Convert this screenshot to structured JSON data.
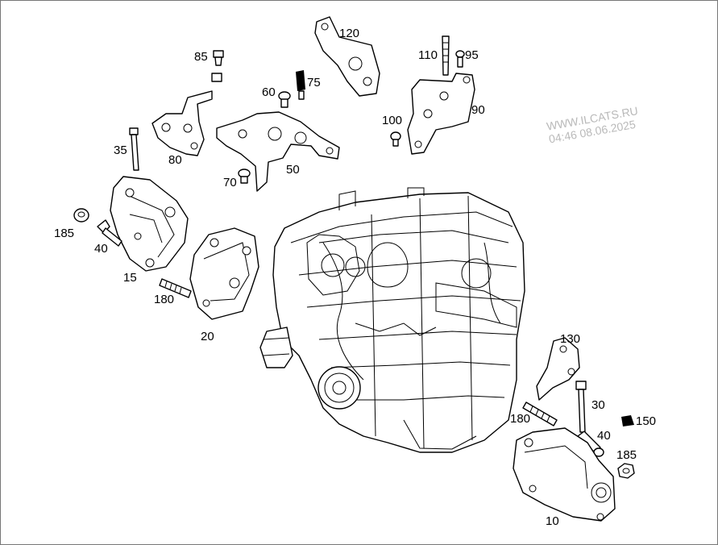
{
  "callouts": {
    "c10": "10",
    "c15": "15",
    "c20": "20",
    "c30": "30",
    "c35": "35",
    "c40a": "40",
    "c40b": "40",
    "c50": "50",
    "c60": "60",
    "c70": "70",
    "c75": "75",
    "c80": "80",
    "c85": "85",
    "c90": "90",
    "c95": "95",
    "c100": "100",
    "c110": "110",
    "c120": "120",
    "c130": "130",
    "c150": "150",
    "c180a": "180",
    "c180b": "180",
    "c185a": "185",
    "c185b": "185"
  },
  "watermark": {
    "line1": "WWW.ILCATS.RU",
    "line2": "04:46 08.06.2025"
  },
  "colors": {
    "line": "#000000",
    "background": "#ffffff",
    "watermark": "#b9b9b9"
  }
}
